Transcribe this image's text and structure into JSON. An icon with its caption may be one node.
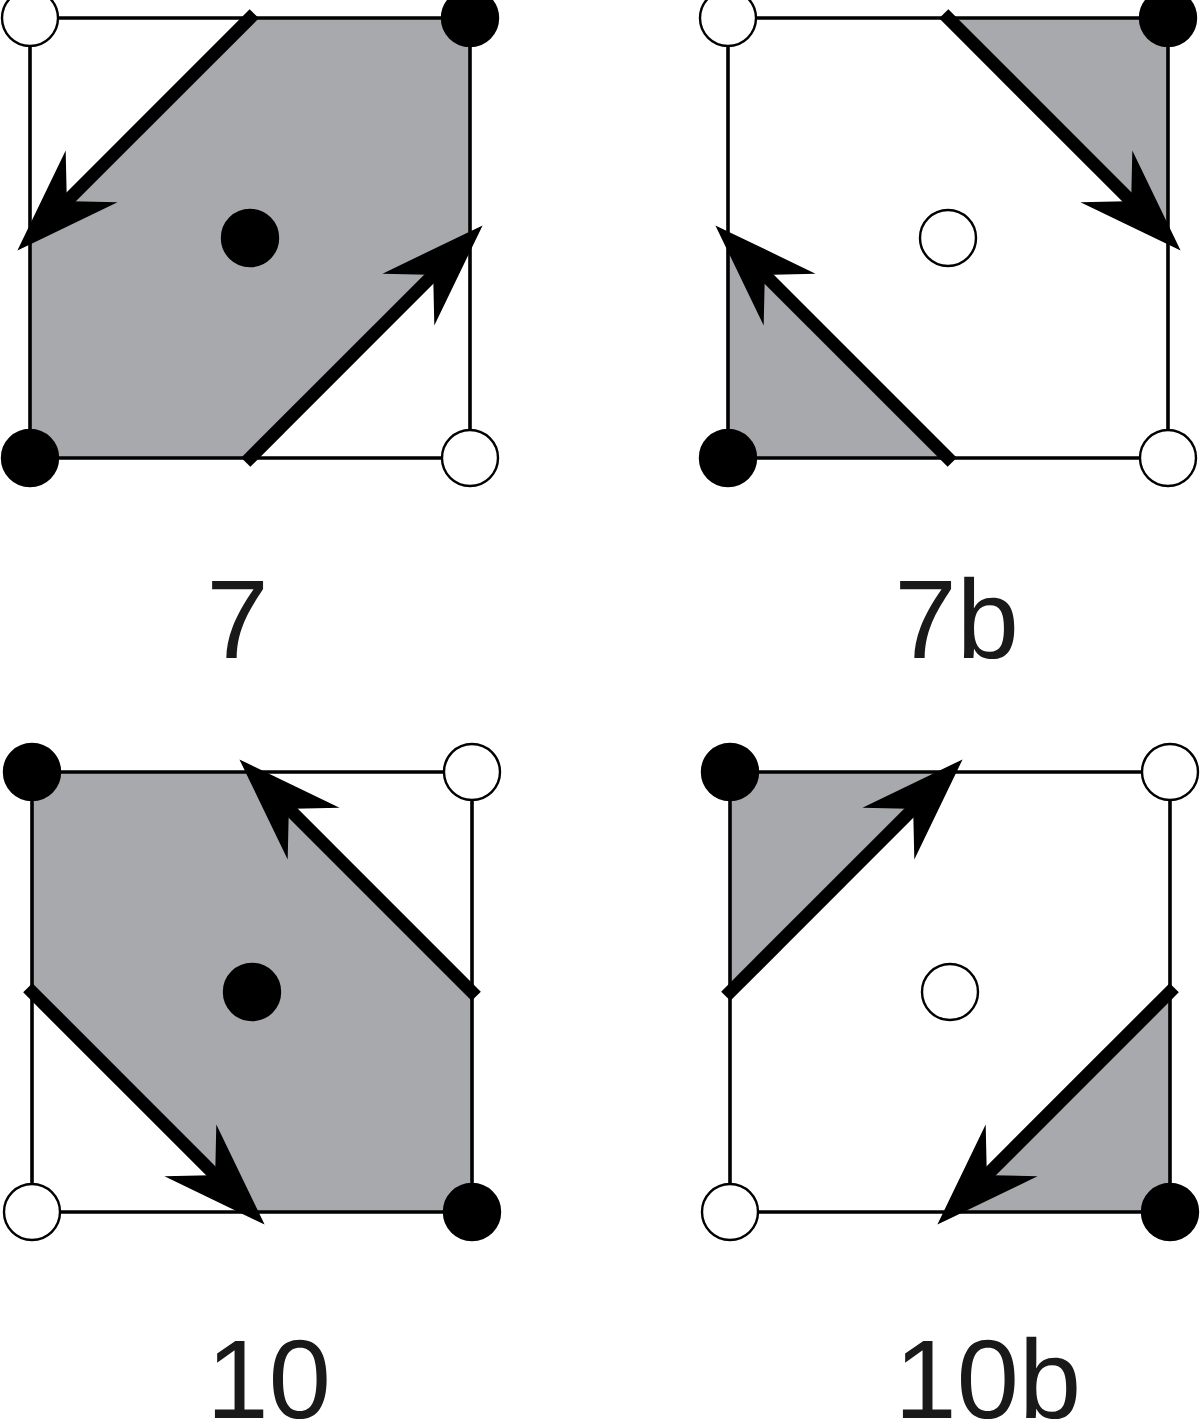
{
  "diagram": {
    "labels": [
      "7",
      "7b",
      "10",
      "10b"
    ]
  }
}
